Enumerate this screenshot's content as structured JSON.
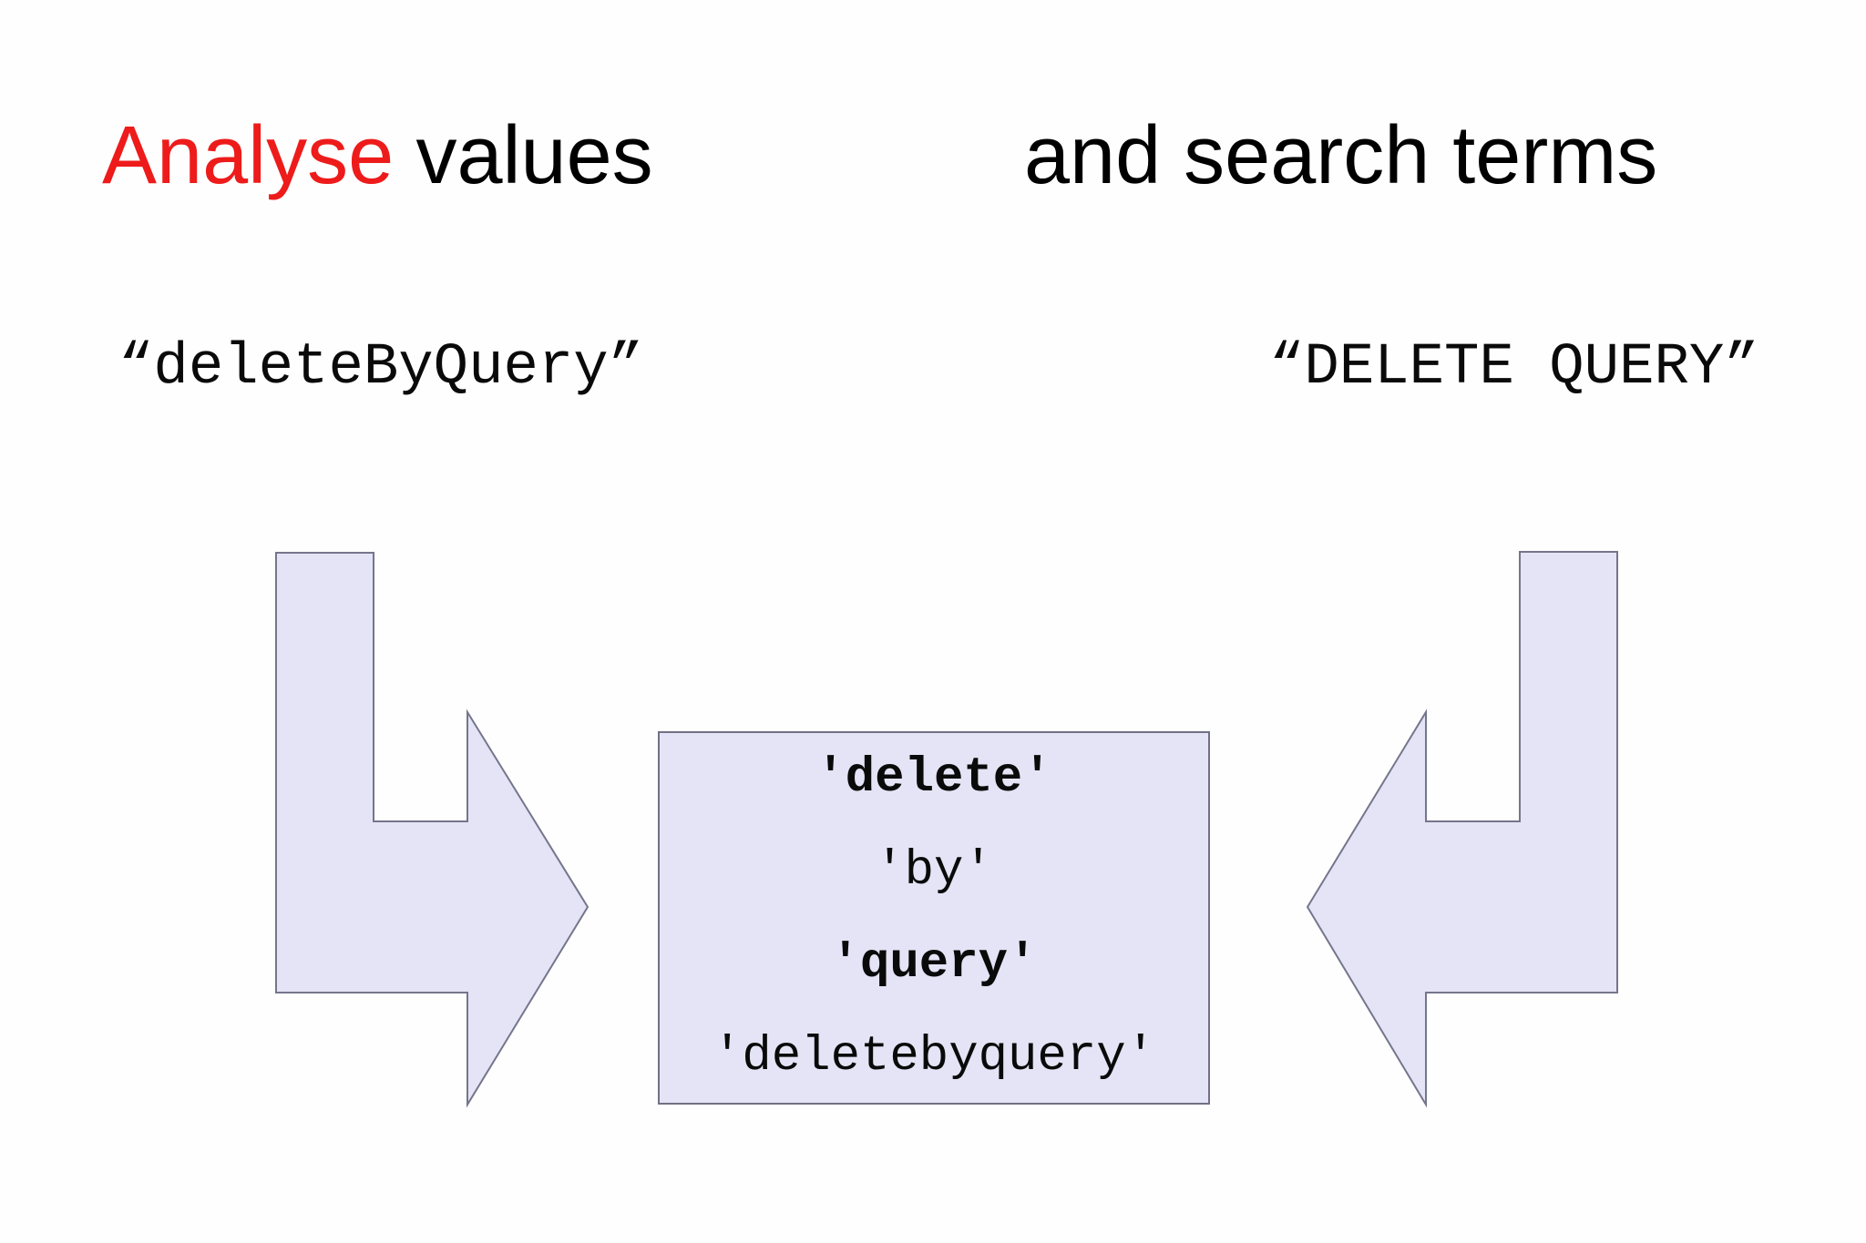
{
  "slide": {
    "title": {
      "emphasis": "Analyse",
      "left_rest": "values",
      "right": "and search terms"
    },
    "value_example": "“deleteByQuery”",
    "search_example": "“DELETE QUERY”",
    "analysis_box": {
      "lines": [
        {
          "text": "'delete'",
          "emphasis": true
        },
        {
          "text": "'by'",
          "emphasis": false
        },
        {
          "text": "'query'",
          "emphasis": true
        },
        {
          "text": "'deletebyquery'",
          "emphasis": false
        }
      ]
    },
    "colors": {
      "title_emphasis": "#ee1b1b",
      "shape_fill": "#e4e4f6",
      "shape_stroke": "#75758c",
      "text": "#000000",
      "background": "#fefefe"
    }
  }
}
